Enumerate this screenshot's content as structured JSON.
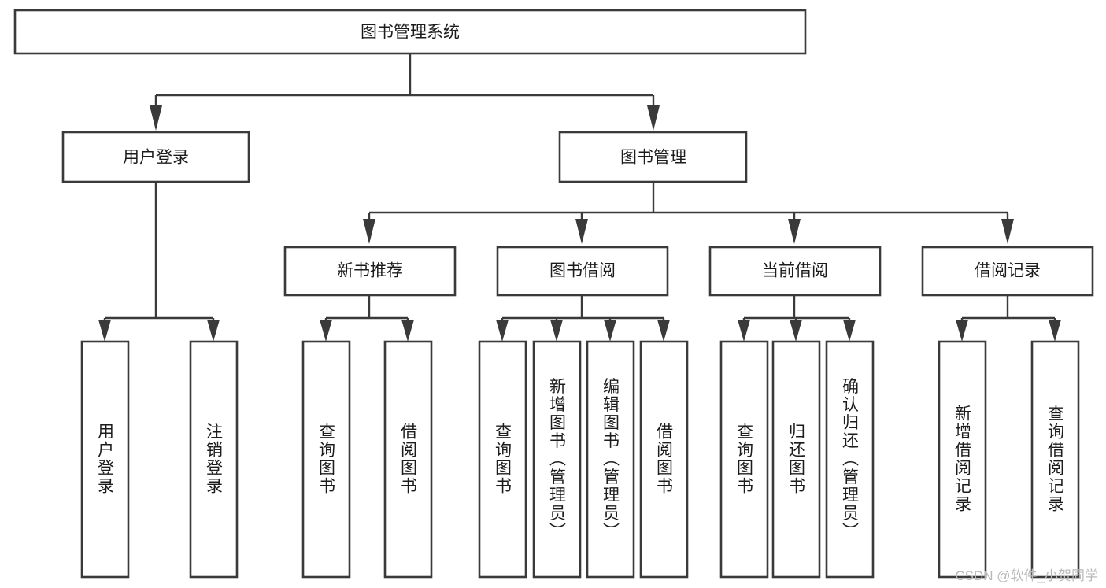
{
  "diagram": {
    "type": "tree-hierarchy-flowchart",
    "title": "图书管理系统",
    "orientation": "top-down",
    "background_color": "#ffffff",
    "box_stroke_color": "#3a3a3a",
    "box_fill_color": "#ffffff",
    "text_color": "#1c1c1c",
    "levels": [
      {
        "level": 1,
        "nodes": [
          {
            "id": "root",
            "label": "图书管理系统",
            "orientation": "horizontal"
          }
        ]
      },
      {
        "level": 2,
        "nodes": [
          {
            "id": "login",
            "label": "用户登录",
            "orientation": "horizontal",
            "parent": "root"
          },
          {
            "id": "bookmgmt",
            "label": "图书管理",
            "orientation": "horizontal",
            "parent": "root"
          }
        ]
      },
      {
        "level": 3,
        "nodes": [
          {
            "id": "newbook",
            "label": "新书推荐",
            "orientation": "horizontal",
            "parent": "bookmgmt"
          },
          {
            "id": "borrow",
            "label": "图书借阅",
            "orientation": "horizontal",
            "parent": "bookmgmt"
          },
          {
            "id": "current",
            "label": "当前借阅",
            "orientation": "horizontal",
            "parent": "bookmgmt"
          },
          {
            "id": "records",
            "label": "借阅记录",
            "orientation": "horizontal",
            "parent": "bookmgmt"
          }
        ]
      },
      {
        "level": 4,
        "nodes": [
          {
            "id": "leaf-1",
            "label": "用户登录",
            "orientation": "vertical",
            "parent": "login"
          },
          {
            "id": "leaf-2",
            "label": "注销登录",
            "orientation": "vertical",
            "parent": "login"
          },
          {
            "id": "leaf-3",
            "label": "查询图书",
            "orientation": "vertical",
            "parent": "newbook"
          },
          {
            "id": "leaf-4",
            "label": "借阅图书",
            "orientation": "vertical",
            "parent": "newbook"
          },
          {
            "id": "leaf-5",
            "label": "查询图书",
            "orientation": "vertical",
            "parent": "borrow"
          },
          {
            "id": "leaf-6",
            "label": "新增图书（管理员）",
            "orientation": "vertical",
            "parent": "borrow"
          },
          {
            "id": "leaf-7",
            "label": "编辑图书（管理员）",
            "orientation": "vertical",
            "parent": "borrow"
          },
          {
            "id": "leaf-8",
            "label": "借阅图书",
            "orientation": "vertical",
            "parent": "borrow"
          },
          {
            "id": "leaf-9",
            "label": "查询图书",
            "orientation": "vertical",
            "parent": "current"
          },
          {
            "id": "leaf-10",
            "label": "归还图书",
            "orientation": "vertical",
            "parent": "current"
          },
          {
            "id": "leaf-11",
            "label": "确认归还（管理员）",
            "orientation": "vertical",
            "parent": "current"
          },
          {
            "id": "leaf-12",
            "label": "新增借阅记录",
            "orientation": "vertical",
            "parent": "records"
          },
          {
            "id": "leaf-13",
            "label": "查询借阅记录",
            "orientation": "vertical",
            "parent": "records"
          }
        ]
      }
    ]
  },
  "watermark": {
    "text": "CSDN @软件_小贺同学",
    "color": "#b9b9b9"
  }
}
